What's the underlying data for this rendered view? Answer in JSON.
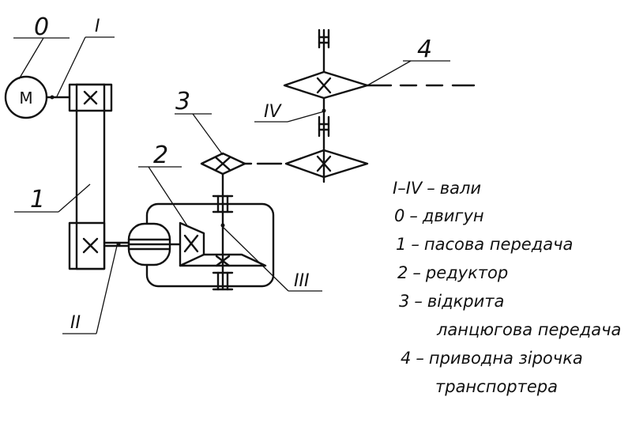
{
  "diagram": {
    "motor_symbol": "M",
    "labels": {
      "zero": "0",
      "shaft_1": "I",
      "shaft_2": "II",
      "shaft_3": "III",
      "shaft_4": "IV",
      "part_1": "1",
      "part_2": "2",
      "part_3": "3",
      "part_4": "4"
    },
    "legend": [
      {
        "code": "I–IV",
        "text": "вали"
      },
      {
        "code": "0",
        "text": "двигун"
      },
      {
        "code": "1",
        "text": "пасова передача"
      },
      {
        "code": "2",
        "text": "редуктор"
      },
      {
        "code": "3",
        "text": "відкрита"
      },
      {
        "code": "",
        "text": "ланцюгова передача"
      },
      {
        "code": "4",
        "text": "приводна зірочка"
      },
      {
        "code": "",
        "text": "транспортера"
      }
    ],
    "dash": "–"
  }
}
